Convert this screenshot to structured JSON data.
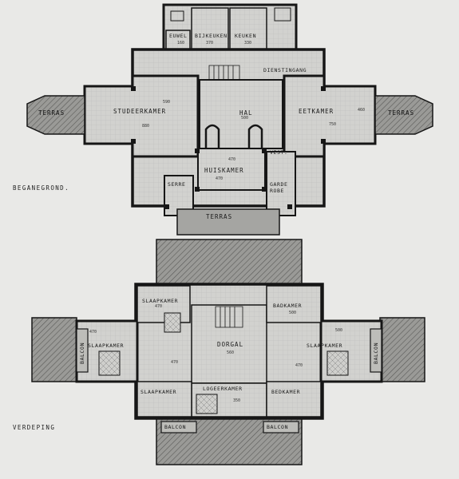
{
  "captions": {
    "ground_floor": "BEGANEGROND.",
    "upper_floor": "VERDEPING"
  },
  "ground_floor_rooms": {
    "euwel": "EUWEL",
    "bijkeuken": "BIJKEUKEN",
    "keuken": "KEUKEN",
    "dienstingang": "DIENSTINGANG",
    "terras_left": "TERRAS",
    "terras_right": "TERRAS",
    "terras_bottom": "TERRAS",
    "studeerkamer": "STUDEERKAMER",
    "hal": "HAL",
    "eetkamer": "EETKAMER",
    "vest": "VEST.",
    "huiskamer": "HUISKAMER",
    "serre": "SERRE",
    "garderobe_1": "GARDE",
    "garderobe_2": "ROBE"
  },
  "upper_floor_rooms": {
    "slaapkamer_tl": "SLAAPKAMER",
    "badkamer": "BADKAMER",
    "slaapkamer_l": "SLAAPKAMER",
    "doorgang": "DORGAL",
    "slaapkamer_r": "SLAAPKAMER",
    "slaapkamer_bl": "SLAAPKAMER",
    "logeerkamer": "LOGEERKAMER",
    "bedkamer": "BEDKAMER",
    "balcon_l": "BALCON",
    "balcon_r": "BALCON",
    "balcon_bl": "BALCON",
    "balcon_br": "BALCON"
  },
  "dimensions": {
    "d1": "160",
    "d2": "370",
    "d3": "330",
    "d4": "590",
    "d5": "460",
    "d6": "880",
    "d7": "750",
    "d8": "500",
    "d9": "470",
    "d10": "470",
    "d11": "470",
    "d12": "500",
    "d13": "470",
    "d14": "470",
    "d15": "560",
    "d16": "500",
    "d17": "470",
    "d18": "350"
  },
  "colors": {
    "paper": "#e9e9e7",
    "room_fill": "#d2d2cf",
    "wall": "#161616",
    "roof": "#8a8a88",
    "hatch": "#555555"
  }
}
